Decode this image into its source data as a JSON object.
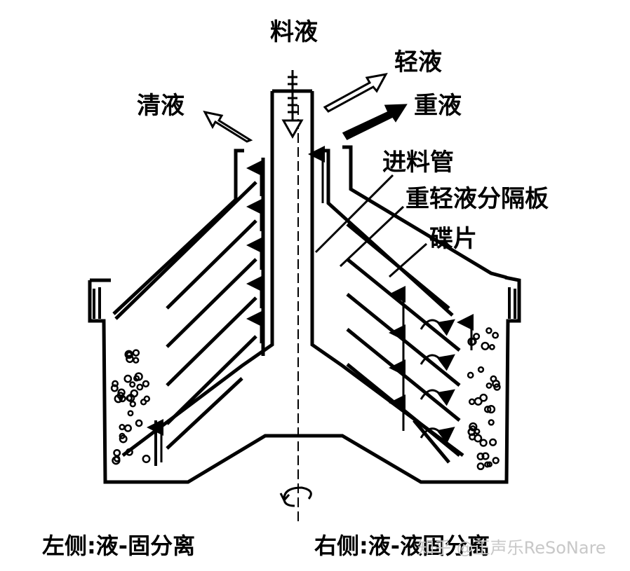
{
  "labels": {
    "feed_liquid": "料液",
    "light_liquid": "轻液",
    "clear_liquid": "清液",
    "heavy_liquid": "重液",
    "feed_pipe": "进料管",
    "separator_plate": "重轻液分隔板",
    "discs": "碟片"
  },
  "captions": {
    "left": "左侧:液-固分离",
    "right": "右侧:液-液固分离"
  },
  "watermark": "知乎 @正声乐ReSoNare",
  "colors": {
    "ink": "#000000",
    "watermark": "#c8c8c8"
  }
}
